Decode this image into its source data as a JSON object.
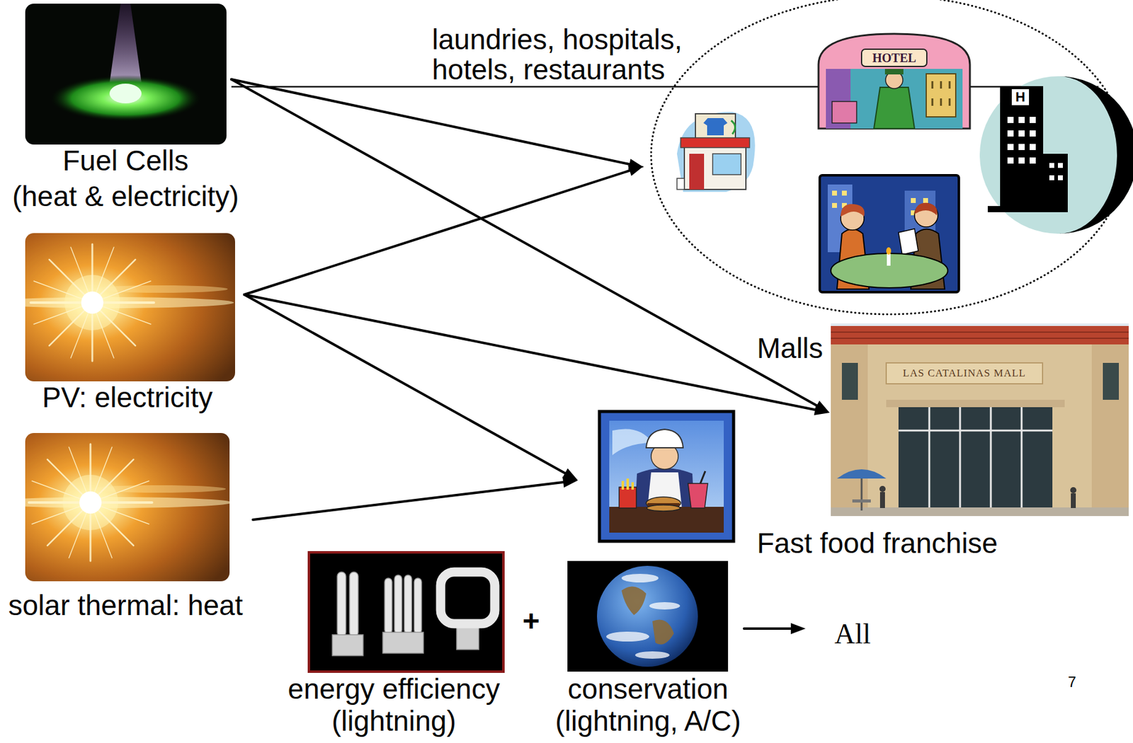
{
  "diagram": {
    "nodes": [
      {
        "text": [
          "Fuel Cells",
          "(heat & electricity)"
        ]
      },
      {
        "text": [
          "PV: electricity"
        ]
      },
      {
        "text": [
          "solar thermal: heat"
        ]
      },
      {
        "text": [
          "laundries, hospitals, hotels, restaurants"
        ]
      },
      {
        "text": [
          "Malls"
        ]
      },
      {
        "text": [
          "Fast food franchise"
        ]
      },
      {
        "text": [
          "energy efficiency",
          "(lightning)"
        ]
      },
      {
        "text": [
          "conservation",
          "(lightning, A/C)"
        ]
      },
      {
        "text": [
          "All"
        ]
      }
    ],
    "edges": [
      {
        "from": 0,
        "to": 3,
        "arrow": "to"
      },
      {
        "from": 0,
        "to": 4,
        "arrow": "to"
      },
      {
        "from": 1,
        "to": 3,
        "arrow": "to"
      },
      {
        "from": 1,
        "to": 4,
        "arrow": "to"
      },
      {
        "from": 1,
        "to": 5,
        "arrow": "to"
      },
      {
        "from": 2,
        "to": 5,
        "arrow": "to"
      },
      {
        "from": 7,
        "to": 8,
        "arrow": "to"
      }
    ],
    "labels": [
      "HOTEL",
      "H",
      "LAS CATALINAS MALL",
      "+",
      "7"
    ]
  }
}
